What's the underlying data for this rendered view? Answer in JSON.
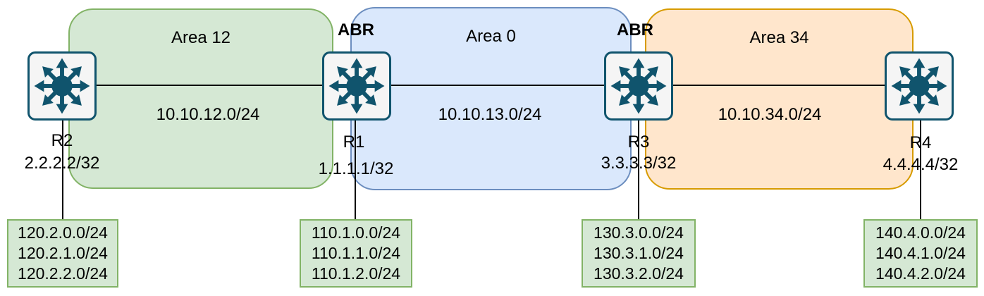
{
  "diagram": {
    "type": "ospf-network-topology",
    "areas": [
      {
        "name": "Area 12",
        "link_subnet": "10.10.12.0/24",
        "fill": "#d5e8d4",
        "stroke": "#82b366"
      },
      {
        "name": "Area 0",
        "link_subnet": "10.10.13.0/24",
        "fill": "#dae8fc",
        "stroke": "#6c8ebf"
      },
      {
        "name": "Area 34",
        "link_subnet": "10.10.34.0/24",
        "fill": "#ffe6cc",
        "stroke": "#d79b00"
      }
    ],
    "routers": [
      {
        "name": "R2",
        "loopback": "2.2.2.2/32"
      },
      {
        "name": "R1",
        "loopback": "1.1.1.1/32",
        "role": "ABR"
      },
      {
        "name": "R3",
        "loopback": "3.3.3.3/32",
        "role": "ABR"
      },
      {
        "name": "R4",
        "loopback": "4.4.4.4/32"
      }
    ],
    "connected_prefixes": [
      {
        "router": "R2",
        "prefixes": [
          "120.2.0.0/24",
          "120.2.1.0/24",
          "120.2.2.0/24"
        ]
      },
      {
        "router": "R1",
        "prefixes": [
          "110.1.0.0/24",
          "110.1.1.0/24",
          "110.1.2.0/24"
        ]
      },
      {
        "router": "R3",
        "prefixes": [
          "130.3.0.0/24",
          "130.3.1.0/24",
          "130.3.2.0/24"
        ]
      },
      {
        "router": "R4",
        "prefixes": [
          "140.4.0.0/24",
          "140.4.1.0/24",
          "140.4.2.0/24"
        ]
      }
    ],
    "colors": {
      "router_icon": "#10546d",
      "router_fill": "#f5f5f5",
      "prefix_box_fill": "#d5e8d4",
      "prefix_box_stroke": "#82b366",
      "link_line": "#000000"
    }
  }
}
